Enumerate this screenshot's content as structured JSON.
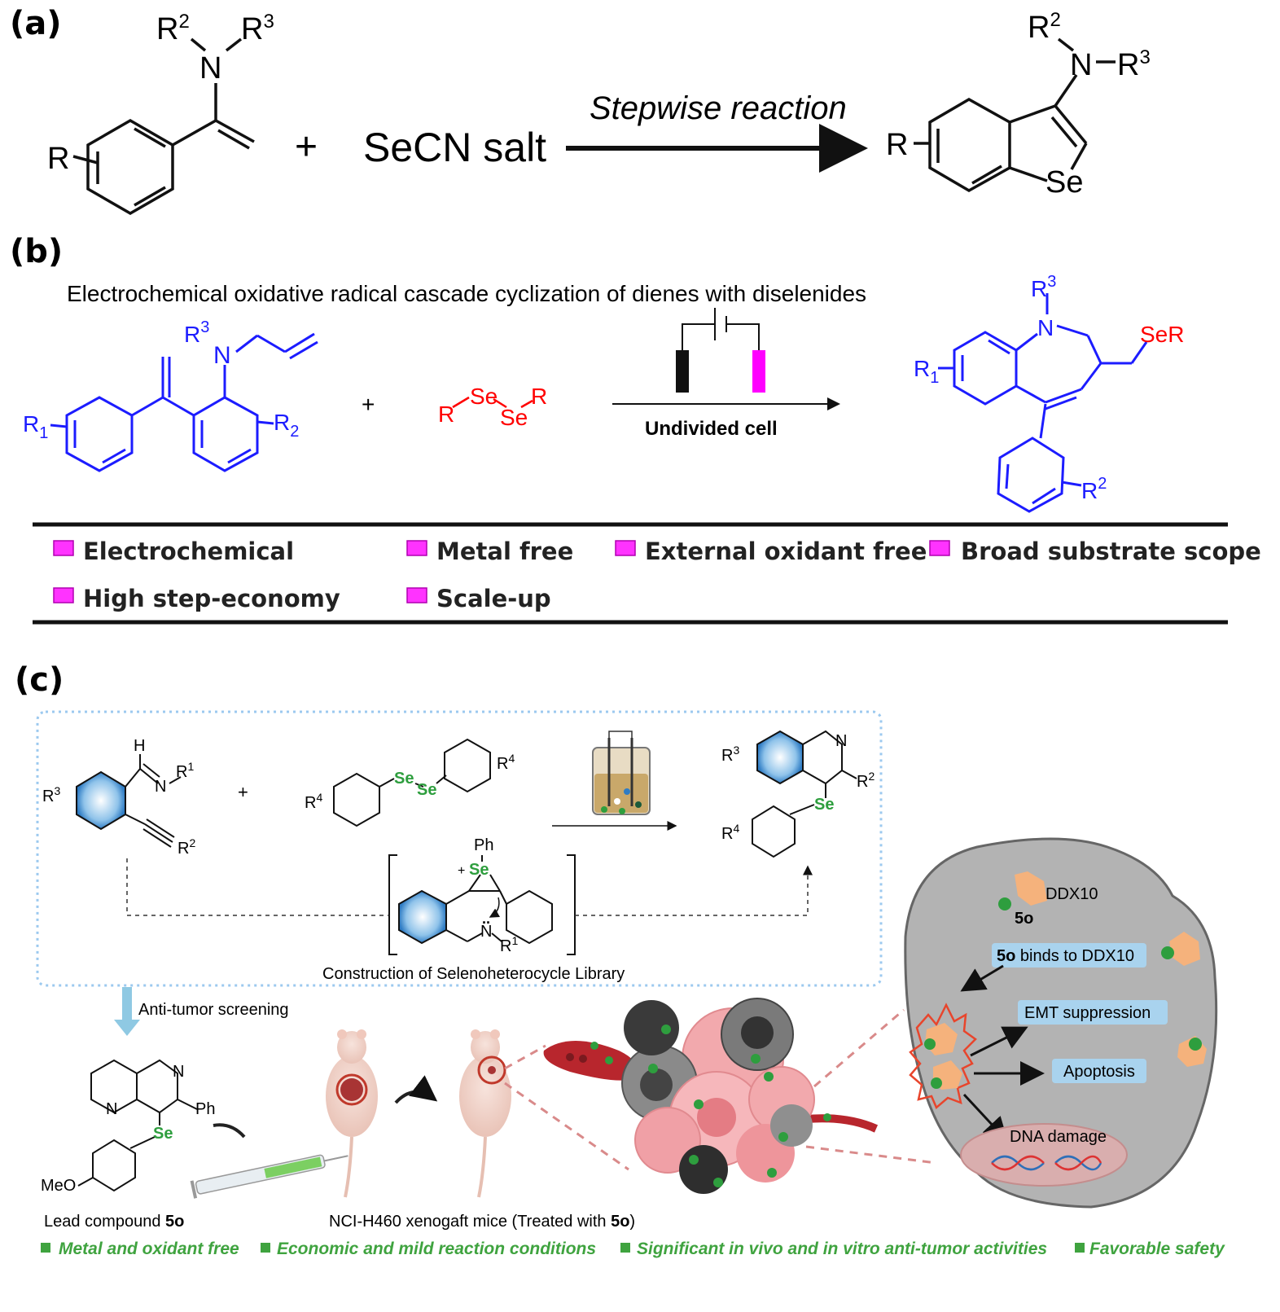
{
  "panels": {
    "a": {
      "label": "(a)",
      "reactant_substituents": {
        "R": "R",
        "R2": "R",
        "R2_sup": "2",
        "R3": "R",
        "R3_sup": "3",
        "N": "N"
      },
      "plus": "+",
      "reagent": "SeCN salt",
      "arrow_label": "Stepwise reaction",
      "product": {
        "R": "R",
        "Se": "Se",
        "N": "N",
        "R2": "R",
        "R2_sup": "2",
        "R3": "R",
        "R3_sup": "3"
      }
    },
    "b": {
      "label": "(b)",
      "title": "Electrochemical oxidative radical cascade cyclization of dienes with diselenides",
      "plus": "+",
      "reactant": {
        "R1": "R",
        "R1_sub": "1",
        "R2": "R",
        "R2_sub": "2",
        "R3": "R",
        "R3_sup": "3",
        "N": "N"
      },
      "diselenide": {
        "R_left": "R",
        "Se1": "Se",
        "Se2": "Se",
        "R_right": "R"
      },
      "arrow_label": "Undivided cell",
      "product": {
        "R1": "R",
        "R1_sub": "1",
        "R2": "R",
        "R2_sup": "2",
        "R3": "R",
        "R3_sup": "3",
        "N": "N",
        "SeR": "SeR"
      },
      "features": [
        "Electrochemical",
        "Metal free",
        "External oxidant free",
        "Broad substrate scope",
        "High step-economy",
        "Scale-up"
      ]
    },
    "c": {
      "label": "(c)",
      "reactant1": {
        "H": "H",
        "N": "N",
        "R1": "R",
        "R1_sup": "1",
        "R2": "R",
        "R2_sup": "2",
        "R3": "R",
        "R3_sup": "3"
      },
      "plus": "+",
      "reactant2": {
        "R4a": "R",
        "R4a_sup": "4",
        "R4b": "R",
        "R4b_sup": "4",
        "Se1": "Se",
        "Se2": "Se"
      },
      "product": {
        "R3": "R",
        "R3_sup": "3",
        "N": "N",
        "R2": "R",
        "R2_sup": "2",
        "Se": "Se",
        "R4": "R",
        "R4_sup": "4"
      },
      "intermediate": {
        "Ph": "Ph",
        "Se": "Se",
        "plus": "+",
        "N": "N",
        "R1": "R",
        "R1_sup": "1",
        "dots": ".."
      },
      "library_caption": "Construction of Selenoheterocycle Library",
      "screening_label": "Anti-tumor screening",
      "lead": {
        "N1": "N",
        "N2": "N",
        "Ph": "Ph",
        "Se": "Se",
        "MeO": "MeO",
        "caption": "Lead compound ",
        "compound": "5o"
      },
      "mice_caption": "NCI-H460 xenogaft mice (Treated with ",
      "mice_compound": "5o",
      "mice_caption_end": ")",
      "cell": {
        "ddx10": "DDX10",
        "compound": "5o",
        "binds_compound": "5o",
        "binds_text": " binds to DDX10",
        "emt": "EMT suppression",
        "apoptosis": "Apoptosis",
        "dna": "DNA damage"
      },
      "green_features": [
        "Metal and oxidant free",
        "Economic and mild reaction conditions",
        "Significant in vivo and in vitro anti-tumor activities",
        "Favorable safety"
      ]
    }
  },
  "colors": {
    "blue_molecule": "#1c1cff",
    "red_reagent": "#ff0000",
    "magenta_box": "#ff33ff",
    "selenium_green": "#2e9e3e",
    "feature_green": "#3fa33f",
    "dotted_box": "#9cc9ef",
    "label_box": "#a9d3ee",
    "cell_gray": "#b3b3b3",
    "tumor_pink": "#f0a0a6"
  },
  "icons": [
    "electrode-cell-icon",
    "electrolysis-beaker-icon",
    "down-arrow-icon",
    "syringe-icon",
    "mouse-icon",
    "tumor-cluster-icon",
    "blood-vessel-icon",
    "ddx10-protein-icon",
    "dna-helix-icon"
  ]
}
